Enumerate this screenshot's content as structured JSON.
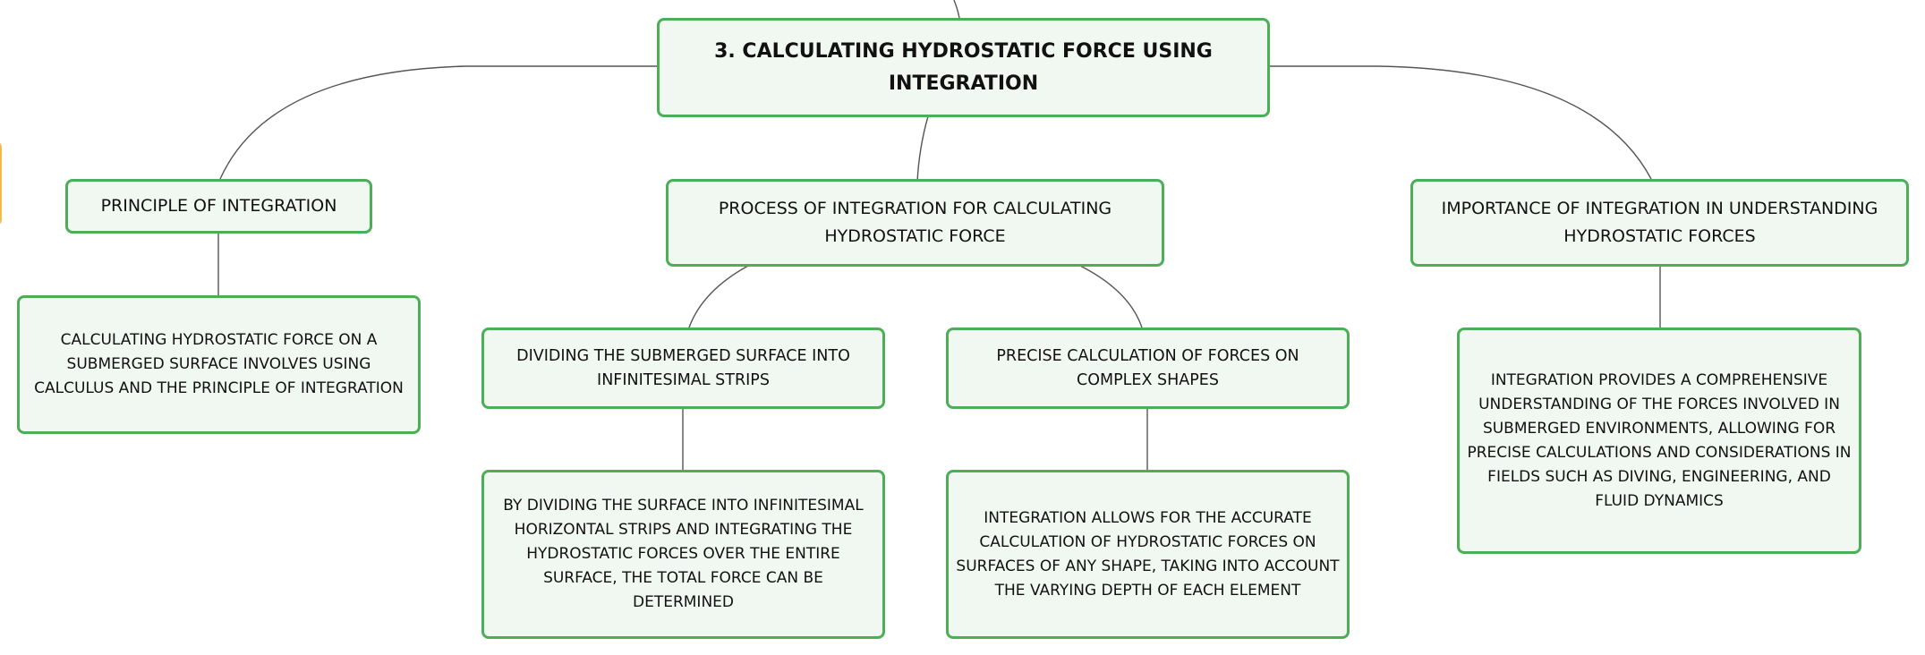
{
  "root": {
    "label": "3. CALCULATING HYDROSTATIC FORCE USING INTEGRATION"
  },
  "branches": [
    {
      "label": "PRINCIPLE OF INTEGRATION",
      "detail": "CALCULATING HYDROSTATIC FORCE ON A SUBMERGED SURFACE INVOLVES USING CALCULUS AND THE PRINCIPLE OF INTEGRATION"
    },
    {
      "label": "PROCESS OF INTEGRATION FOR CALCULATING HYDROSTATIC FORCE",
      "children": [
        {
          "label": "DIVIDING THE SUBMERGED SURFACE INTO INFINITESIMAL STRIPS",
          "detail": "BY DIVIDING THE SURFACE INTO INFINITESIMAL HORIZONTAL STRIPS AND INTEGRATING THE HYDROSTATIC FORCES OVER THE ENTIRE SURFACE, THE TOTAL FORCE CAN BE DETERMINED"
        },
        {
          "label": "PRECISE CALCULATION OF FORCES ON COMPLEX SHAPES",
          "detail": "INTEGRATION ALLOWS FOR THE ACCURATE CALCULATION OF HYDROSTATIC FORCES ON SURFACES OF ANY SHAPE, TAKING INTO ACCOUNT THE VARYING DEPTH OF EACH ELEMENT"
        }
      ]
    },
    {
      "label": "IMPORTANCE OF INTEGRATION IN UNDERSTANDING HYDROSTATIC FORCES",
      "detail": "INTEGRATION PROVIDES A COMPREHENSIVE UNDERSTANDING OF THE FORCES INVOLVED IN SUBMERGED ENVIRONMENTS, ALLOWING FOR PRECISE CALCULATIONS AND CONSIDERATIONS IN FIELDS SUCH AS DIVING, ENGINEERING, AND FLUID DYNAMICS"
    }
  ],
  "colors": {
    "node_border": "#4caf58",
    "node_fill": "#f1f8f2",
    "connector": "#555555",
    "offscreen_node_border": "#f5b84a"
  }
}
